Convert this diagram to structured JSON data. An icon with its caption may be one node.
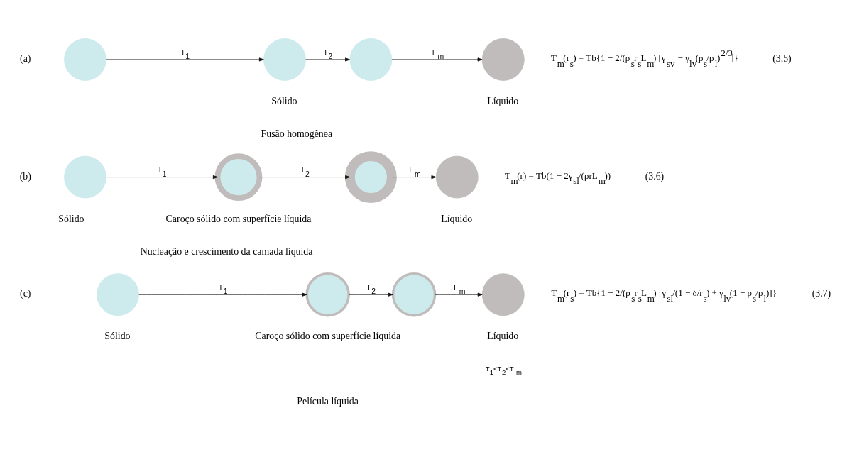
{
  "diagram": {
    "nodes": [
      {
        "text": [],
        "shape": "circle"
      },
      {
        "text": [],
        "shape": "circle",
        "beside": [
          "Sólido"
        ]
      },
      {
        "text": [],
        "shape": "circle"
      },
      {
        "text": [],
        "shape": "circle",
        "beside": [
          "Líquido"
        ]
      },
      {
        "text": [],
        "shape": "circle",
        "beside": [
          "Sólido"
        ]
      },
      {
        "text": [],
        "shape": "circle",
        "beside": [
          "Caroço sólido com superfície líquida"
        ]
      },
      {
        "text": [],
        "shape": "circle"
      },
      {
        "text": [],
        "shape": "circle",
        "beside": [
          "Líquido"
        ]
      },
      {
        "text": [],
        "shape": "circle",
        "beside": [
          "Sólido"
        ]
      },
      {
        "text": [],
        "shape": "circle",
        "beside": [
          "Caroço sólido com superfície líquida"
        ]
      },
      {
        "text": [],
        "shape": "circle"
      },
      {
        "text": [],
        "shape": "circle",
        "beside": [
          "Líquido"
        ]
      }
    ],
    "edges": [
      {
        "from": 0,
        "to": 1,
        "arrow": "to",
        "label": "T$_{1}$"
      },
      {
        "from": 1,
        "to": 2,
        "arrow": "to",
        "label": "T$_{2}$"
      },
      {
        "from": 2,
        "to": 3,
        "arrow": "to",
        "label": "T $_{m}$"
      },
      {
        "from": 4,
        "to": 5,
        "arrow": "to",
        "label": "T$_{1}$"
      },
      {
        "from": 5,
        "to": 6,
        "arrow": "to",
        "label": "T$_{2}$"
      },
      {
        "from": 6,
        "to": 7,
        "arrow": "to",
        "label": "T $_{m}$"
      },
      {
        "from": 8,
        "to": 9,
        "arrow": "to",
        "label": "T$_{1}$"
      },
      {
        "from": 9,
        "to": 10,
        "arrow": "to",
        "label": "T$_{2}$"
      },
      {
        "from": 10,
        "to": 11,
        "arrow": "to",
        "label": "T $_{m}$"
      }
    ],
    "labels": [
      "(a)",
      "T$_{m}$(r$_{s}$) = Tb{1 − 2/(ρ$_{s}$r$_{s}$L$_{m}$) [γ$_{sv}$ − γ$_{lv}$(ρ$_{s}$/ρ$_{l}$)$^{2/3}$]}",
      "(3.5)",
      "Fusão homogênea",
      "(b)",
      "T$_{m}$(r) = Tb(1 − 2γ$_{sl}$/(ρrL$_{m}$))",
      "(3.6)",
      "Nucleação e crescimento da camada líquida",
      "(c)",
      "T$_{m}$(r$_{s}$) = Tb{1 − 2/(ρ$_{s}$r$_{s}$L$_{m}$) [γ$_{sl}$/(1 − δ/r$_{s}$) + γ$_{lv}$(1 − ρ$_{s}$/ρ$_{l}$)]}",
      "(3.7)",
      "T$_{1}$<T$_{2}$<T $_{m}$",
      "Película líquida"
    ]
  }
}
